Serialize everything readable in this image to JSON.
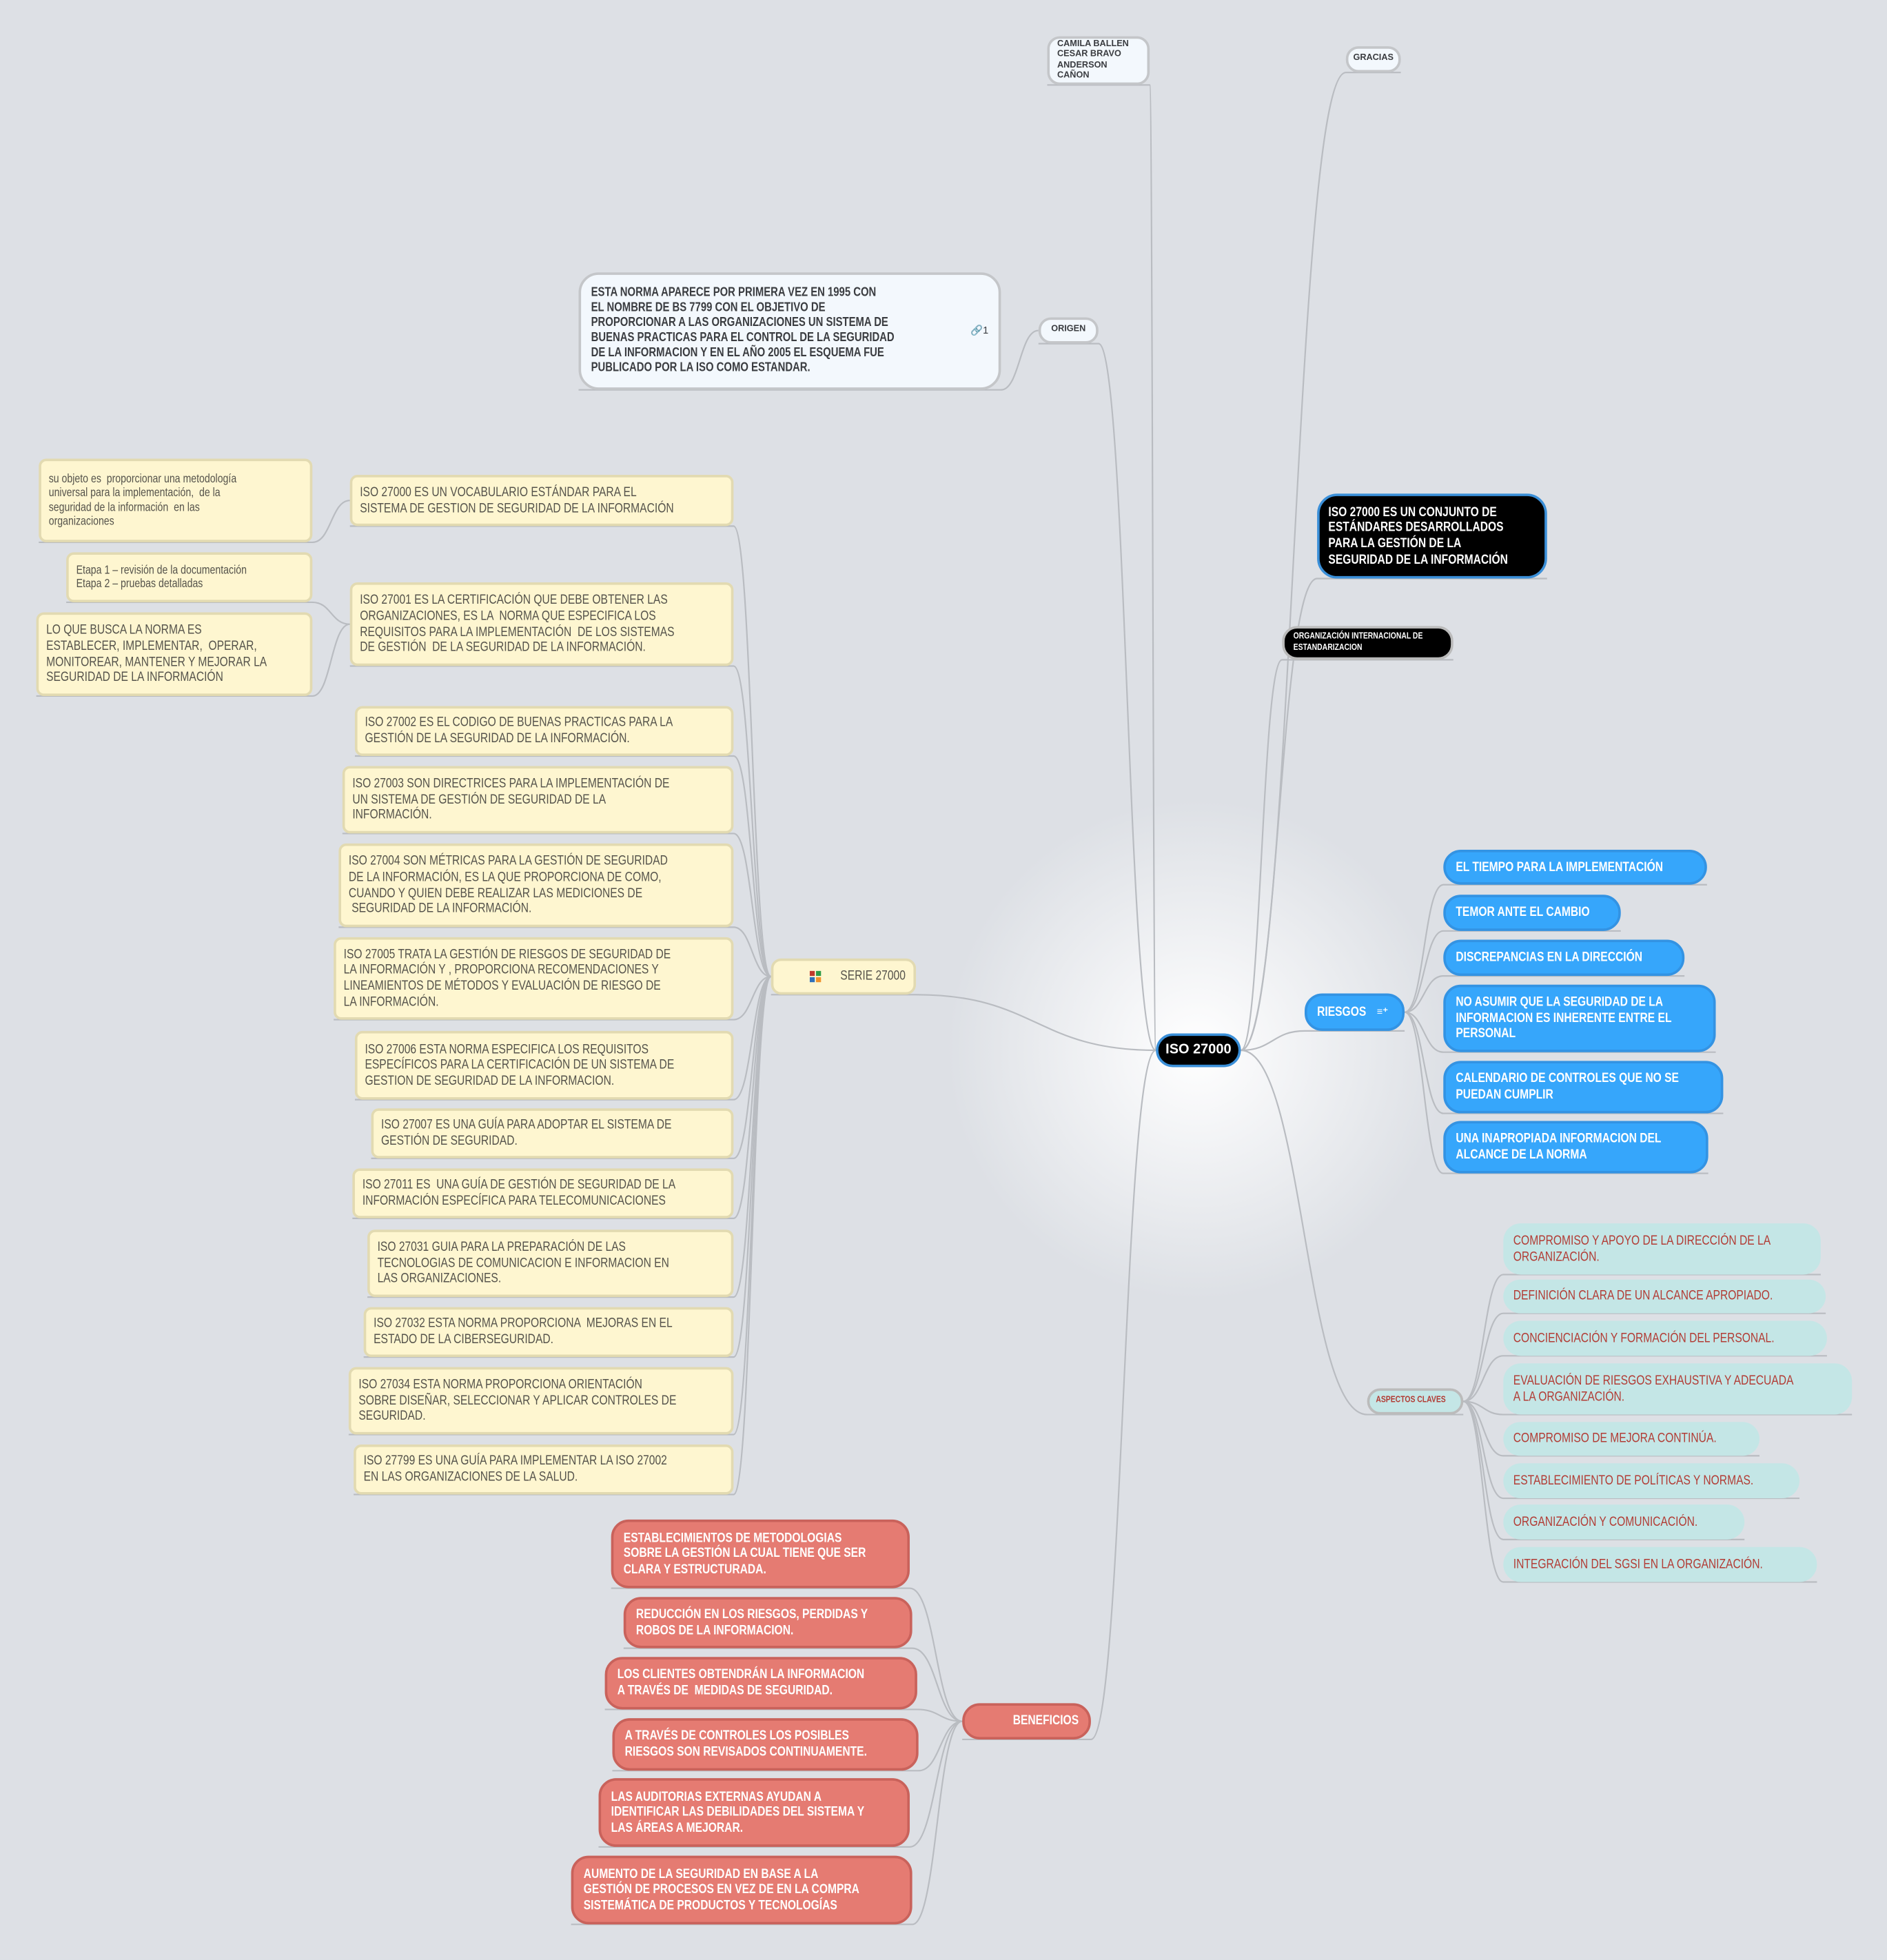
{
  "central": "ISO 27000",
  "authors": "CAMILA BALLEN\nCESAR BRAVO\nANDERSON CAÑON",
  "gracias": "GRACIAS",
  "origen": {
    "label": "ORIGEN",
    "text": "ESTA NORMA APARECE POR PRIMERA VEZ EN 1995 CON\nEL NOMBRE DE BS 7799 CON EL OBJETIVO DE\nPROPORCIONAR A LAS ORGANIZACIONES UN SISTEMA DE\nBUENAS PRACTICAS PARA EL CONTROL DE LA SEGURIDAD\nDE LA INFORMACION Y EN EL AÑO 2005 EL ESQUEMA FUE\nPUBLICADO POR LA ISO COMO ESTANDAR.",
    "link_count": "1"
  },
  "definition": "ISO 27000 ES UN CONJUNTO DE\nESTÁNDARES DESARROLLADOS\nPARA LA GESTIÓN DE LA\nSEGURIDAD DE LA INFORMACIÓN",
  "org": "ORGANIZACIÓN INTERNACIONAL DE\nESTANDARIZACION",
  "riesgos": {
    "label": "RIESGOS",
    "items": [
      "EL TIEMPO PARA LA IMPLEMENTACIÓN",
      "TEMOR ANTE EL CAMBIO",
      "DISCREPANCIAS EN LA DIRECCIÓN",
      "NO ASUMIR QUE LA SEGURIDAD DE LA\nINFORMACION ES INHERENTE ENTRE EL\nPERSONAL",
      "CALENDARIO DE CONTROLES QUE NO SE\nPUEDAN CUMPLIR",
      "UNA INAPROPIADA INFORMACION DEL\nALCANCE DE LA NORMA"
    ]
  },
  "aspectos": {
    "label": "ASPECTOS CLAVES",
    "items": [
      "COMPROMISO Y APOYO DE LA DIRECCIÓN DE LA\nORGANIZACIÓN.",
      "DEFINICIÓN CLARA DE UN ALCANCE APROPIADO.",
      "CONCIENCIACIÓN Y FORMACIÓN DEL PERSONAL.",
      "EVALUACIÓN DE RIESGOS EXHAUSTIVA Y ADECUADA\nA LA ORGANIZACIÓN.",
      "COMPROMISO DE MEJORA CONTINÚA.",
      "ESTABLECIMIENTO DE POLÍTICAS Y NORMAS.",
      "ORGANIZACIÓN Y COMUNICACIÓN.",
      "INTEGRACIÓN DEL SGSI EN LA ORGANIZACIÓN."
    ]
  },
  "beneficios": {
    "label": "BENEFICIOS",
    "items": [
      "ESTABLECIMIENTOS DE METODOLOGIAS\nSOBRE LA GESTIÓN LA CUAL TIENE QUE SER\nCLARA Y ESTRUCTURADA.",
      "REDUCCIÓN EN LOS RIESGOS, PERDIDAS Y\nROBOS DE LA INFORMACION.",
      "LOS CLIENTES OBTENDRÁN LA INFORMACION\nA TRAVÉS DE  MEDIDAS DE SEGURIDAD.",
      "A TRAVÉS DE CONTROLES LOS POSIBLES\nRIESGOS SON REVISADOS CONTINUAMENTE.",
      "LAS AUDITORIAS EXTERNAS AYUDAN A\nIDENTIFICAR LAS DEBILIDADES DEL SISTEMA Y\nLAS ÁREAS A MEJORAR.",
      "AUMENTO DE LA SEGURIDAD EN BASE A LA\nGESTIÓN DE PROCESOS EN VEZ DE EN LA COMPRA\nSISTEMÁTICA DE PRODUCTOS Y TECNOLOGÍAS"
    ]
  },
  "serie": {
    "label": "SERIE 27000",
    "items": [
      "ISO 27000 ES UN VOCABULARIO ESTÁNDAR PARA EL\nSISTEMA DE GESTION DE SEGURIDAD DE LA INFORMACIÓN",
      "ISO 27001 ES LA CERTIFICACIÓN QUE DEBE OBTENER LAS\nORGANIZACIONES, ES LA  NORMA QUE ESPECIFICA LOS\nREQUISITOS PARA LA IMPLEMENTACIÓN  DE LOS SISTEMAS\nDE GESTIÓN  DE LA SEGURIDAD DE LA INFORMACIÓN.",
      "ISO 27002 ES EL CODIGO DE BUENAS PRACTICAS PARA LA\nGESTIÓN DE LA SEGURIDAD DE LA INFORMACIÓN.",
      "ISO 27003 SON DIRECTRICES PARA LA IMPLEMENTACIÓN DE\nUN SISTEMA DE GESTIÓN DE SEGURIDAD DE LA\nINFORMACIÓN.",
      "ISO 27004 SON MÉTRICAS PARA LA GESTIÓN DE SEGURIDAD\nDE LA INFORMACIÓN, ES LA QUE PROPORCIONA DE COMO,\nCUANDO Y QUIEN DEBE REALIZAR LAS MEDICIONES DE\n SEGURIDAD DE LA INFORMACIÓN.",
      "ISO 27005 TRATA LA GESTIÓN DE RIESGOS DE SEGURIDAD DE\nLA INFORMACIÓN Y , PROPORCIONA RECOMENDACIONES Y\nLINEAMIENTOS DE MÉTODOS Y EVALUACIÓN DE RIESGO DE\nLA INFORMACIÓN.",
      "ISO 27006 ESTA NORMA ESPECIFICA LOS REQUISITOS\nESPECÍFICOS PARA LA CERTIFICACIÓN DE UN SISTEMA DE\nGESTION DE SEGURIDAD DE LA INFORMACION.",
      "ISO 27007 ES UNA GUÍA PARA ADOPTAR EL SISTEMA DE\nGESTIÓN DE SEGURIDAD.",
      "ISO 27011 ES  UNA GUÍA DE GESTIÓN DE SEGURIDAD DE LA\nINFORMACIÓN ESPECÍFICA PARA TELECOMUNICACIONES",
      "ISO 27031 GUIA PARA LA PREPARACIÓN DE LAS\nTECNOLOGIAS DE COMUNICACION E INFORMACION EN\nLAS ORGANIZACIONES.",
      "ISO 27032 ESTA NORMA PROPORCIONA  MEJORAS EN EL\nESTADO DE LA CIBERSEGURIDAD.",
      "ISO 27034 ESTA NORMA PROPORCIONA ORIENTACIÓN\nSOBRE DISEÑAR, SELECCIONAR Y APLICAR CONTROLES DE\nSEGURIDAD.",
      "ISO 27799 ES UNA GUÍA PARA IMPLEMENTAR LA ISO 27002\nEN LAS ORGANIZACIONES DE LA SALUD."
    ],
    "sub_27000": "su objeto es  proporcionar una metodología\nuniversal para la implementación,  de la\nseguridad de la información  en las\norganizaciones",
    "sub_27001": [
      "Etapa 1 – revisión de la documentación\nEtapa 2 – pruebas detalladas",
      "LO QUE BUSCA LA NORMA ES\nESTABLECER, IMPLEMENTAR,  OPERAR,\nMONITOREAR, MANTENER Y MEJORAR LA\nSEGURIDAD DE LA INFORMACIÓN"
    ]
  },
  "colors": {
    "blue": "#36a6fb",
    "red": "#e57b72",
    "teal": "#c4e6e6",
    "yellow": "#fef6d0",
    "text_red": "#b23c35"
  }
}
